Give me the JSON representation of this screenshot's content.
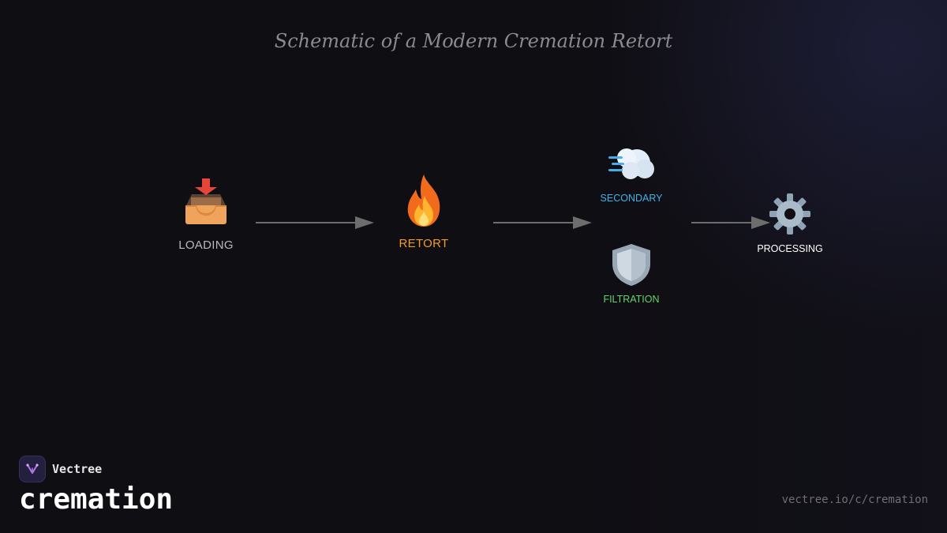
{
  "title": "Schematic of a Modern Cremation Retort",
  "nodes": {
    "loading": {
      "label": "LOADING",
      "icon": "inbox-tray-icon",
      "color": "#b9b9bd"
    },
    "retort": {
      "label": "RETORT",
      "icon": "fire-icon",
      "color": "#f39a2a"
    },
    "secondary": {
      "label": "SECONDARY",
      "icon": "dash-wind-icon",
      "color": "#3fb3ea"
    },
    "filtration": {
      "label": "FILTRATION",
      "icon": "shield-icon",
      "color": "#5fd56a"
    },
    "processing": {
      "label": "PROCESSING",
      "icon": "gear-icon",
      "color": "#ffffff"
    }
  },
  "edges": [
    {
      "from": "loading",
      "to": "retort"
    },
    {
      "from": "retort",
      "to": "secondary"
    },
    {
      "from": "secondary",
      "to": "processing"
    }
  ],
  "footer": {
    "brand": "Vectree",
    "topic": "cremation",
    "url": "vectree.io/c/cremation"
  }
}
